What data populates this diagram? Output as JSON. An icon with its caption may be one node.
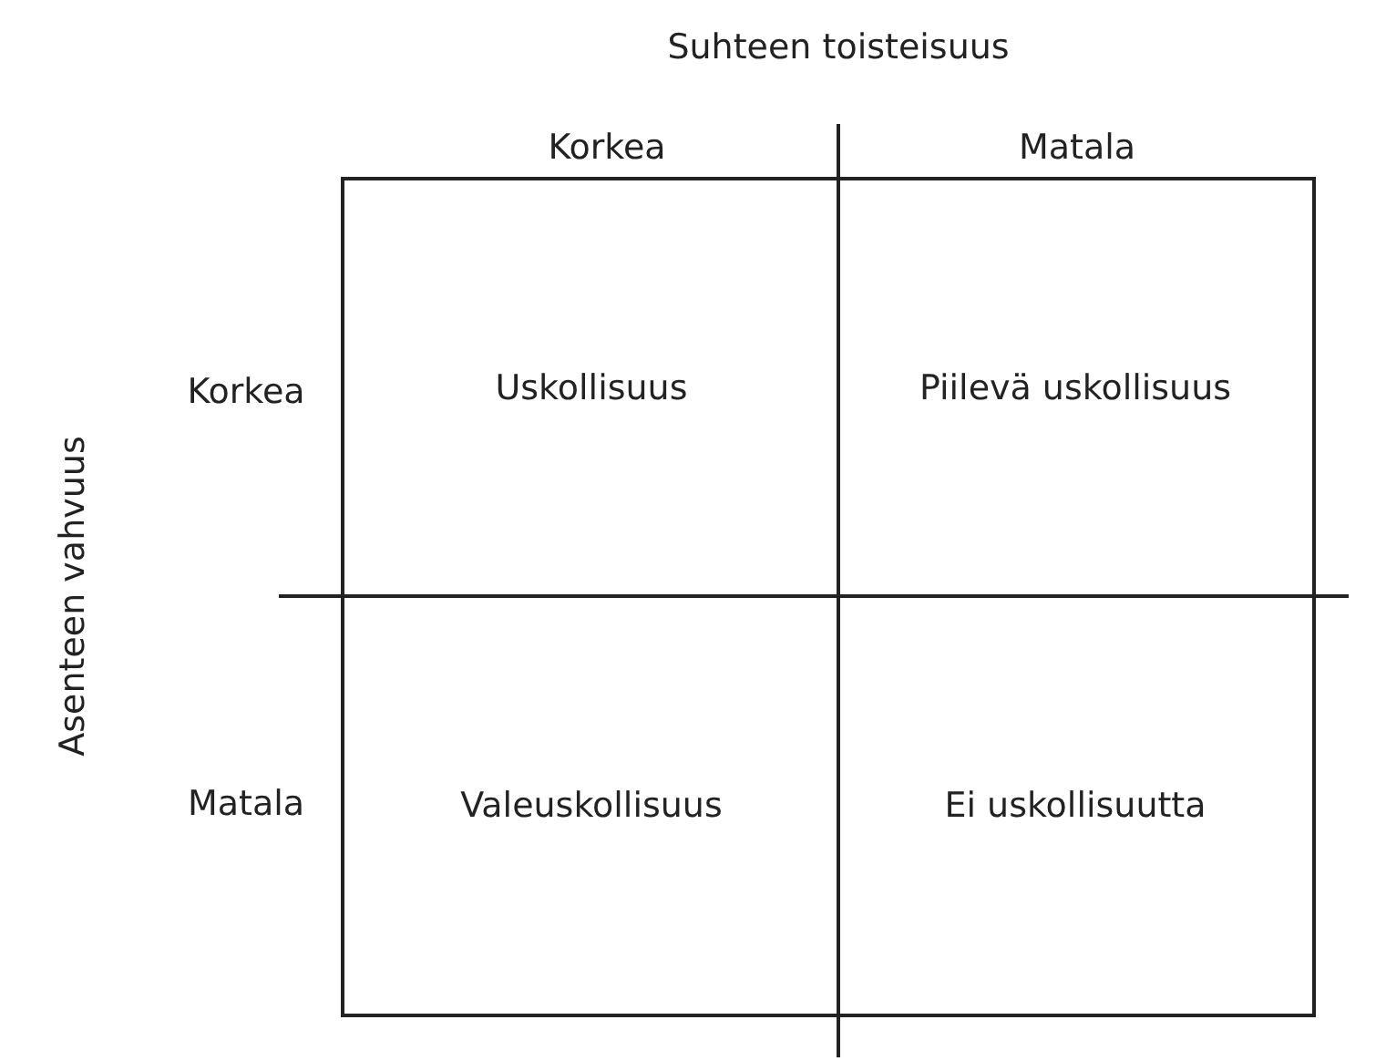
{
  "diagram": {
    "nodes": [
      {
        "text": [
          "Uskollisuus"
        ]
      },
      {
        "text": [
          "Piilevä uskollisuus"
        ]
      },
      {
        "text": [
          "Valeuskollisuus"
        ]
      },
      {
        "text": [
          "Ei uskollisuutta"
        ]
      }
    ],
    "labels": [
      "Suhteen toisteisuus",
      "Korkea",
      "Matala",
      "Asenteen vahvuus",
      "Korkea",
      "Matala"
    ]
  }
}
